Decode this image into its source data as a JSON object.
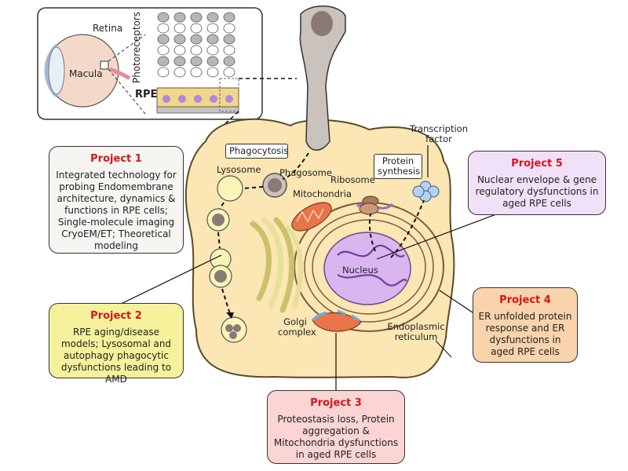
{
  "inset": {
    "retina": "Retina",
    "macula": "Macula",
    "photoreceptors": "Photoreceptors",
    "rpe": "RPE"
  },
  "labels": {
    "phagocytosis": "Phagocytosis",
    "lysosome": "Lysosome",
    "phagosome": "Phagosome",
    "ribosome": "Ribosome",
    "protein_synthesis": "Protein synthesis",
    "transcription_factor": "Transcription factor",
    "mitochondria": "Mitochondria",
    "nucleus": "Nucleus",
    "golgi": "Golgi complex",
    "er": "Endoplasmic reticulum"
  },
  "projects": [
    {
      "title": "Project 1",
      "body": "Integrated technology for probing Endomembrane architecture, dynamics & functions in RPE cells; Single-molecule imaging CryoEM/ET; Theoretical modeling",
      "bg": "#f7f5f2"
    },
    {
      "title": "Project 2",
      "body": "RPE aging/disease models; Lysosomal and autophagy phagocytic dysfunctions leading to AMD",
      "bg": "#f6f29b"
    },
    {
      "title": "Project 3",
      "body": "Proteostasis loss, Protein aggregation & Mitochondria dysfunctions in aged RPE cells",
      "bg": "#fbd4d4"
    },
    {
      "title": "Project 4",
      "body": "ER unfolded protein response and ER dysfunctions in aged RPE cells",
      "bg": "#f8d3ac"
    },
    {
      "title": "Project 5",
      "body": "Nuclear envelope & gene regulatory dysfunctions in aged RPE cells",
      "bg": "#f1e1f8"
    }
  ],
  "colors": {
    "cell_fill": "#fbe6b4",
    "cell_stroke": "#5a4a2a",
    "nucleus": "#d8b6ef",
    "mito": "#e8754a",
    "golgi": "#f2f0b2",
    "lysosome": "#f7f5b8",
    "photoreceptor": "#bdb5b2",
    "title_red": "#d6141b"
  }
}
